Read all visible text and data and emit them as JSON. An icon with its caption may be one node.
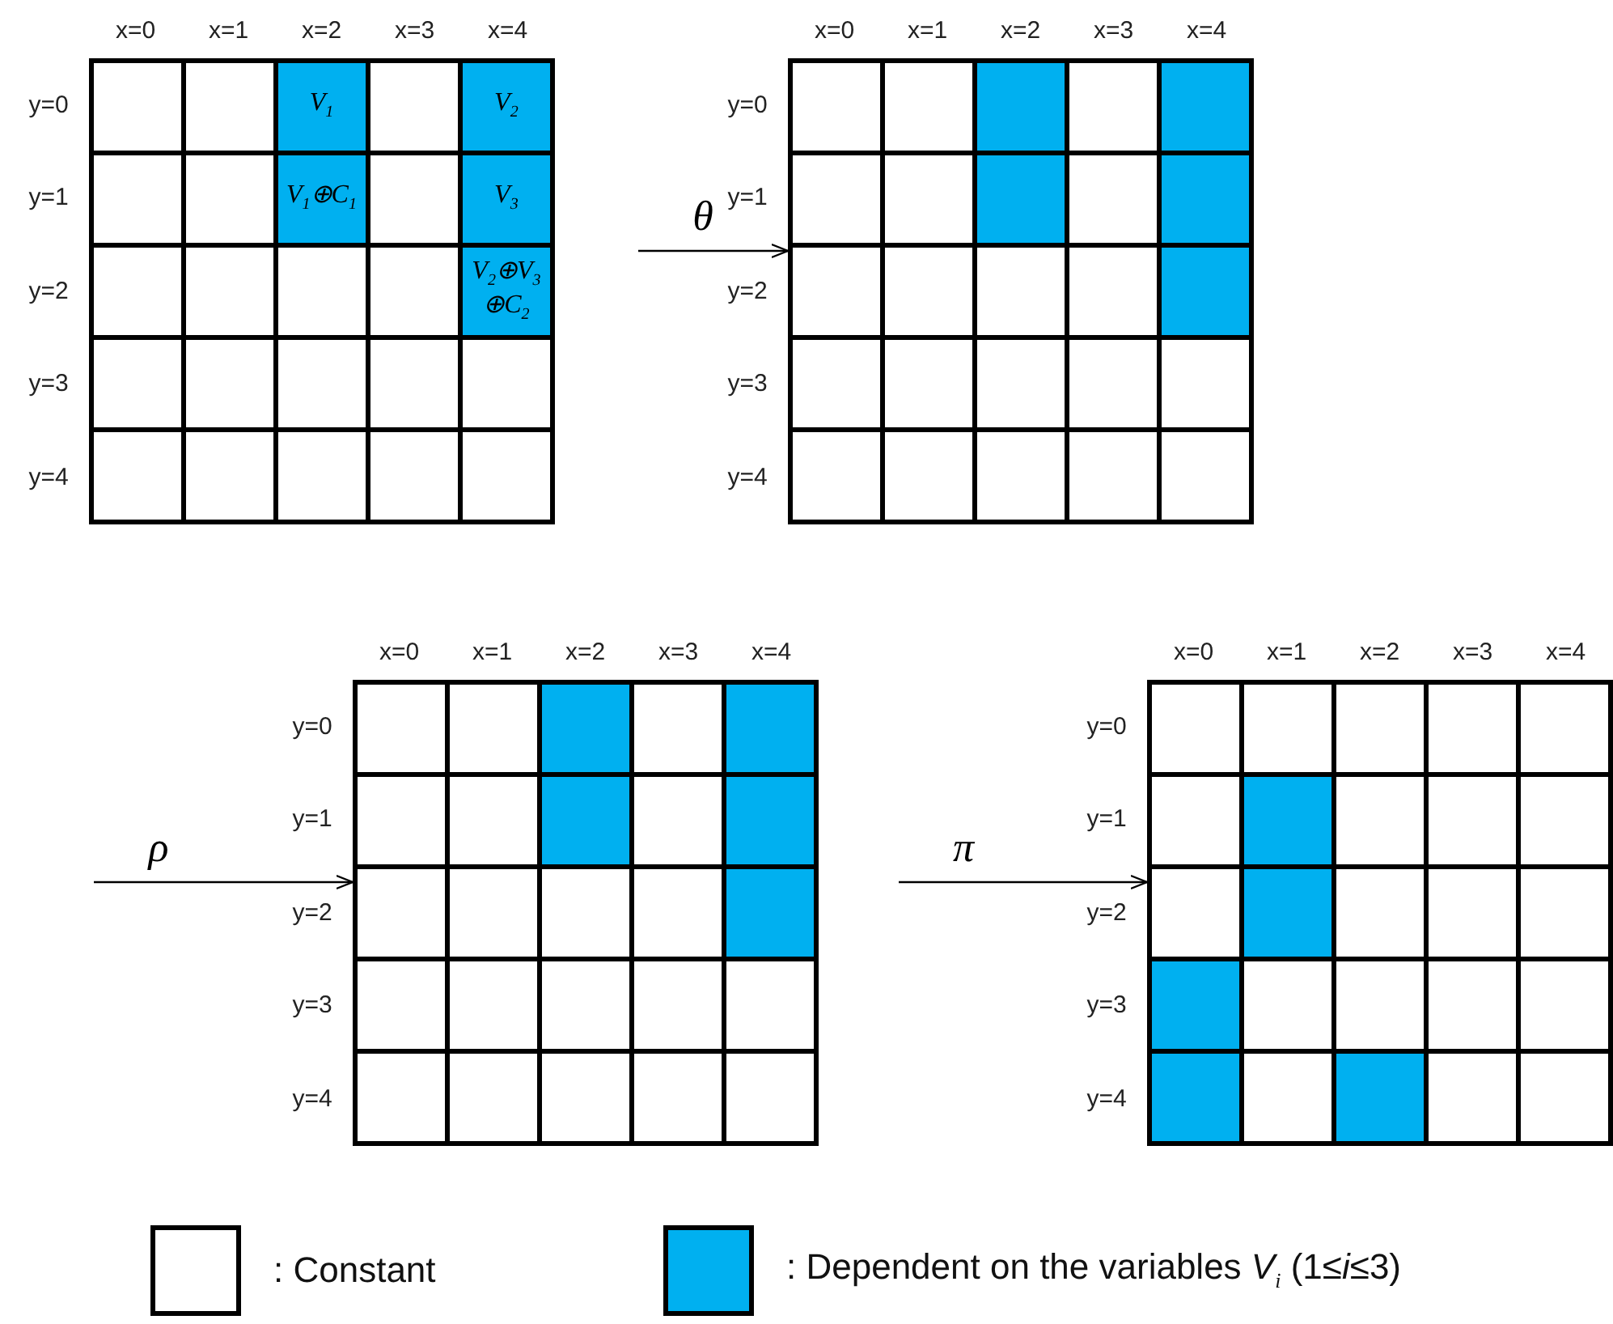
{
  "diagram": {
    "nodes": [
      {
        "text": [],
        "shape": "box"
      },
      {
        "text": [],
        "shape": "box",
        "in": 0
      },
      {
        "text": [],
        "shape": "box",
        "in": 0
      },
      {
        "text": [
          "V$_{1}$"
        ],
        "in": 0
      },
      {
        "text": [],
        "shape": "box",
        "in": 0
      },
      {
        "text": [
          "V$_{2}$"
        ],
        "in": 0
      },
      {
        "text": [],
        "shape": "box",
        "in": 0
      },
      {
        "text": [],
        "shape": "box",
        "in": 0
      },
      {
        "text": [
          "V$_{1}$⊕C$_{1}$"
        ],
        "in": 0
      },
      {
        "text": [],
        "shape": "box",
        "in": 0
      },
      {
        "text": [
          "V$_{3}$"
        ],
        "in": 0
      },
      {
        "text": [],
        "shape": "box",
        "in": 0
      },
      {
        "text": [],
        "shape": "box",
        "in": 0
      },
      {
        "text": [],
        "shape": "box",
        "in": 0
      },
      {
        "text": [],
        "shape": "box",
        "in": 0
      },
      {
        "text": [
          "V$_{2}$⊕V$_{3}$ ⊕C$_{2}$"
        ],
        "in": 0
      },
      {
        "text": [],
        "shape": "box",
        "in": 0
      },
      {
        "text": [],
        "shape": "box",
        "in": 0
      },
      {
        "text": [],
        "shape": "box",
        "in": 0
      },
      {
        "text": [],
        "shape": "box",
        "in": 0
      },
      {
        "text": [],
        "shape": "box",
        "in": 0
      },
      {
        "text": [],
        "shape": "box",
        "in": 0
      },
      {
        "text": [],
        "shape": "box",
        "in": 0
      },
      {
        "text": [],
        "shape": "box",
        "in": 0
      },
      {
        "text": [],
        "shape": "box",
        "in": 0
      },
      {
        "text": [],
        "shape": "box",
        "in": 0
      },
      {
        "text": [],
        "shape": "box"
      },
      {
        "text": [],
        "shape": "box",
        "in": 26
      },
      {
        "text": [],
        "shape": "box",
        "in": 26
      },
      {
        "text": [],
        "shape": "box",
        "in": 26
      },
      {
        "text": [],
        "shape": "box",
        "in": 26
      },
      {
        "text": [],
        "shape": "box",
        "in": 26
      },
      {
        "text": [],
        "shape": "box",
        "in": 26
      },
      {
        "text": [],
        "shape": "box",
        "in": 26
      },
      {
        "text": [],
        "shape": "box",
        "in": 26
      },
      {
        "text": [],
        "shape": "box",
        "in": 26
      },
      {
        "text": [],
        "shape": "box",
        "in": 26
      },
      {
        "text": [],
        "shape": "box",
        "in": 26
      },
      {
        "text": [],
        "shape": "box",
        "in": 26
      },
      {
        "text": [],
        "shape": "box",
        "in": 26
      },
      {
        "text": [],
        "shape": "box",
        "in": 26
      },
      {
        "text": [],
        "shape": "box",
        "in": 26
      },
      {
        "text": [],
        "shape": "box",
        "in": 26
      },
      {
        "text": [],
        "shape": "box",
        "in": 26
      },
      {
        "text": [],
        "shape": "box",
        "in": 26
      },
      {
        "text": [],
        "shape": "box",
        "in": 26
      },
      {
        "text": [],
        "shape": "box",
        "in": 26
      },
      {
        "text": [],
        "shape": "box",
        "in": 26
      },
      {
        "text": [],
        "shape": "box",
        "in": 26
      },
      {
        "text": [],
        "shape": "box",
        "in": 26
      },
      {
        "text": [],
        "shape": "box",
        "in": 26
      },
      {
        "text": [],
        "shape": "box",
        "in": 26
      },
      {
        "text": [],
        "shape": "box"
      },
      {
        "text": [],
        "shape": "box",
        "in": 52
      },
      {
        "text": [],
        "shape": "box",
        "in": 52
      },
      {
        "text": [],
        "shape": "box",
        "in": 52
      },
      {
        "text": [],
        "shape": "box",
        "in": 52
      },
      {
        "text": [],
        "shape": "box",
        "in": 52
      },
      {
        "text": [],
        "shape": "box",
        "in": 52
      },
      {
        "text": [],
        "shape": "box",
        "in": 52
      },
      {
        "text": [],
        "shape": "box",
        "in": 52
      },
      {
        "text": [],
        "shape": "box",
        "in": 52
      },
      {
        "text": [],
        "shape": "box",
        "in": 52
      },
      {
        "text": [],
        "shape": "box",
        "in": 52
      },
      {
        "text": [],
        "shape": "box",
        "in": 52
      },
      {
        "text": [],
        "shape": "box",
        "in": 52
      },
      {
        "text": [],
        "shape": "box",
        "in": 52
      },
      {
        "text": [],
        "shape": "box",
        "in": 52
      },
      {
        "text": [],
        "shape": "box",
        "in": 52
      },
      {
        "text": [],
        "shape": "box",
        "in": 52
      },
      {
        "text": [],
        "shape": "box",
        "in": 52
      },
      {
        "text": [],
        "shape": "box",
        "in": 52
      },
      {
        "text": [],
        "shape": "box",
        "in": 52
      },
      {
        "text": [],
        "shape": "box",
        "in": 52
      },
      {
        "text": [],
        "shape": "box",
        "in": 52
      },
      {
        "text": [],
        "shape": "box",
        "in": 52
      },
      {
        "text": [],
        "shape": "box",
        "in": 52
      },
      {
        "text": [],
        "shape": "box",
        "in": 52
      },
      {
        "text": [],
        "shape": "box"
      },
      {
        "text": [],
        "shape": "box",
        "in": 78
      },
      {
        "text": [],
        "shape": "box",
        "in": 78
      },
      {
        "text": [],
        "shape": "box",
        "in": 78
      },
      {
        "text": [],
        "shape": "box",
        "in": 78
      },
      {
        "text": [],
        "shape": "box",
        "in": 78
      },
      {
        "text": [],
        "shape": "box",
        "in": 78
      },
      {
        "text": [],
        "shape": "box",
        "in": 78
      },
      {
        "text": [],
        "shape": "box",
        "in": 78
      },
      {
        "text": [],
        "shape": "box",
        "in": 78
      },
      {
        "text": [],
        "shape": "box",
        "in": 78
      },
      {
        "text": [],
        "shape": "box",
        "in": 78
      },
      {
        "text": [],
        "shape": "box",
        "in": 78
      },
      {
        "text": [],
        "shape": "box",
        "in": 78
      },
      {
        "text": [],
        "shape": "box",
        "in": 78
      },
      {
        "text": [],
        "shape": "box",
        "in": 78
      },
      {
        "text": [],
        "shape": "box",
        "in": 78
      },
      {
        "text": [],
        "shape": "box",
        "in": 78
      },
      {
        "text": [],
        "shape": "box",
        "in": 78
      },
      {
        "text": [],
        "shape": "box",
        "in": 78
      },
      {
        "text": [],
        "shape": "box",
        "in": 78
      },
      {
        "text": [],
        "shape": "box",
        "in": 78
      },
      {
        "text": [],
        "shape": "box",
        "in": 78
      },
      {
        "text": [],
        "shape": "box",
        "in": 78
      },
      {
        "text": [],
        "shape": "box",
        "in": 78
      },
      {
        "text": [],
        "shape": "box",
        "in": 78
      }
    ],
    "edges": [
      {
        "from": 0,
        "to": 26,
        "arrow": "to",
        "label": "θ"
      },
      {
        "from": null,
        "to": 52,
        "arrow": "to",
        "label": "ρ"
      },
      {
        "from": 52,
        "to": 78,
        "arrow": "to",
        "label": "π"
      }
    ],
    "labels": [
      "x=0",
      "x=1",
      "x=2",
      "x=3",
      "x=4",
      "y=0",
      "y=1",
      "y=2",
      "y=3",
      "y=4",
      "x=0",
      "x=1",
      "x=2",
      "x=3",
      "x=4",
      "y=0",
      "y=1",
      "y=2",
      "y=3",
      "y=4",
      "x=0",
      "x=1",
      "x=2",
      "x=3",
      "x=4",
      "y=0",
      "y=1",
      "y=2",
      "y=3",
      "y=4",
      "x=0",
      "x=1",
      "x=2",
      "x=3",
      "x=4",
      "y=0",
      "y=1",
      "y=2",
      "y=3",
      "y=4"
    ],
    "legend": [
      {
        "text": ": Constant",
        "color": "#ffffff"
      },
      {
        "text": ": Dependent on the variables *V*$_{i}$ (1≤*i*≤3)",
        "color": "#00b0f0"
      }
    ]
  }
}
